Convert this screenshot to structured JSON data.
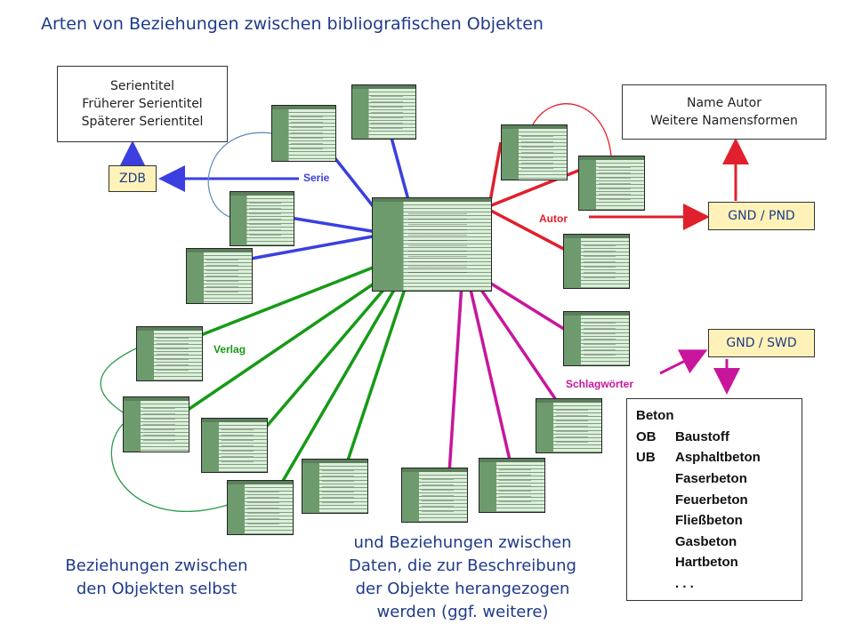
{
  "title": "Arten von Beziehungen zwischen bibliografischen Objekten",
  "series_box": {
    "lines": [
      "Serientitel",
      "Früherer Serientitel",
      "Späterer Serientitel"
    ]
  },
  "name_box": {
    "lines": [
      "Name Autor",
      "Weitere Namensformen"
    ]
  },
  "nodes": {
    "zdb": "ZDB",
    "gnd_pnd": "GND / PND",
    "gnd_swd": "GND / SWD"
  },
  "edge_labels": {
    "serie": "Serie",
    "autor": "Autor",
    "verlag": "Verlag",
    "schlagwoerter": "Schlagwörter"
  },
  "subject_box": {
    "rows": [
      {
        "rel": "Beton",
        "term": ""
      },
      {
        "rel": "OB",
        "term": "Baustoff"
      },
      {
        "rel": "UB",
        "term": "Asphaltbeton"
      },
      {
        "rel": "",
        "term": "Faserbeton"
      },
      {
        "rel": "",
        "term": "Feuerbeton"
      },
      {
        "rel": "",
        "term": "Fließbeton"
      },
      {
        "rel": "",
        "term": "Gasbeton"
      },
      {
        "rel": "",
        "term": "Hartbeton"
      },
      {
        "rel": "",
        "term": ". . ."
      }
    ]
  },
  "captions": {
    "left": [
      "Beziehungen zwischen",
      "den Objekten selbst"
    ],
    "right": [
      "und Beziehungen zwischen",
      "Daten, die zur Beschreibung",
      "der Objekte herangezogen",
      "werden (ggf. weitere)"
    ]
  },
  "colors": {
    "blue": "#3b3fe0",
    "red": "#e0202c",
    "green": "#169a16",
    "magenta": "#c8169c",
    "thin_blue": "#6a8fbd",
    "thin_green": "#2a9a4a",
    "title": "#1f3a8a",
    "node_fill": "#fff2b8"
  }
}
